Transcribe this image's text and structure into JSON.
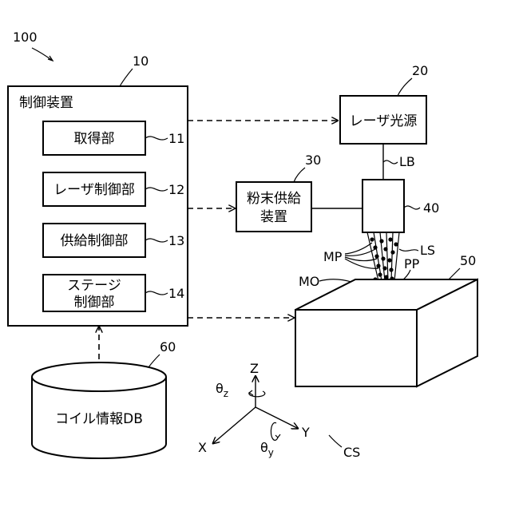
{
  "system": {
    "ref": "100"
  },
  "controller": {
    "ref": "10",
    "title": "制御装置",
    "units": [
      {
        "label": "取得部",
        "ref": "11"
      },
      {
        "label": "レーザ制御部",
        "ref": "12"
      },
      {
        "label": "供給制御部",
        "ref": "13"
      },
      {
        "label_line1": "ステージ",
        "label_line2": "制御部",
        "ref": "14"
      }
    ]
  },
  "laser_source": {
    "label": "レーザ光源",
    "ref": "20"
  },
  "laser_beam": {
    "label": "LB"
  },
  "powder_supply": {
    "label_line1": "粉末供給",
    "label_line2": "装置",
    "ref": "30"
  },
  "head": {
    "ref": "40"
  },
  "stage": {
    "ref": "50"
  },
  "database": {
    "label": "コイル情報DB",
    "ref": "60"
  },
  "process_labels": {
    "mp": "MP",
    "ls": "LS",
    "mo": "MO",
    "pp": "PP"
  },
  "coordinate_system": {
    "ref": "CS",
    "z": "Z",
    "y": "Y",
    "x": "X",
    "theta": "θ",
    "theta_z_sub": "z",
    "theta_y_sub": "y"
  }
}
